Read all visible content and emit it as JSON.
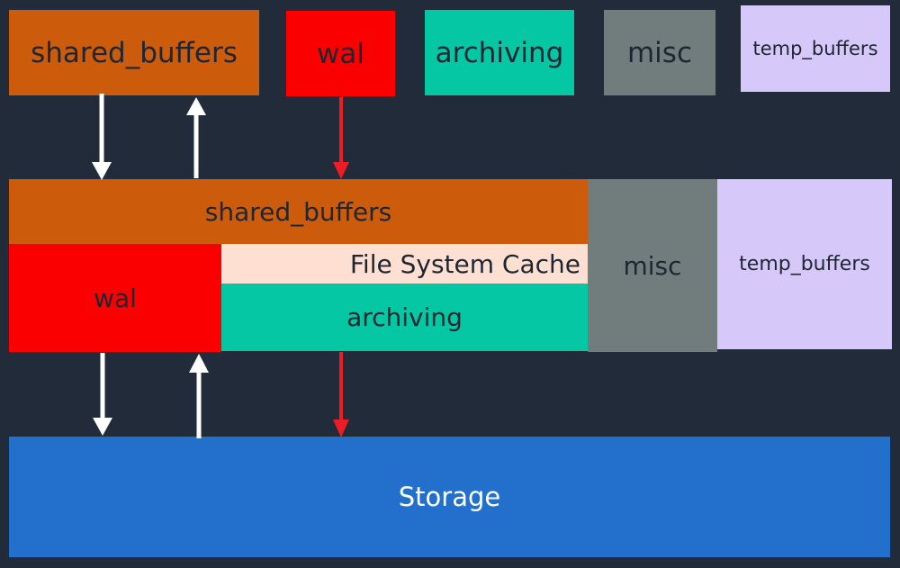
{
  "top_row": {
    "shared_buffers": "shared_buffers",
    "wal": "wal",
    "archiving": "archiving",
    "misc": "misc",
    "temp_buffers": "temp_buffers"
  },
  "memory_block": {
    "shared_buffers": "shared_buffers",
    "wal": "wal",
    "file_system_cache": "File System Cache",
    "archiving": "archiving",
    "misc": "misc",
    "temp_buffers": "temp_buffers"
  },
  "storage": {
    "label": "Storage"
  },
  "colors": {
    "background": "#222b3a",
    "shared_buffers": "#cc5b0c",
    "wal": "#fb0001",
    "archiving": "#05c7a3",
    "misc": "#717c7d",
    "temp_buffers": "#d6c8f8",
    "file_system_cache": "#fde0d2",
    "storage": "#2270cc",
    "arrow_white": "#ffffff",
    "arrow_red": "#ee1c24"
  }
}
